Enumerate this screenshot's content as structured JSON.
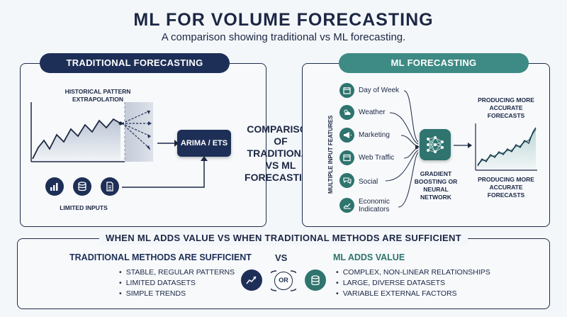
{
  "header": {
    "title": "ML FOR VOLUME FORECASTING",
    "subtitle": "A comparison showing traditional vs ML forecasting."
  },
  "traditional": {
    "header": "TRADITIONAL FORECASTING",
    "chart_label": "HISTORICAL PATTERN EXTRAPOLATION",
    "model": "ARIMA / ETS",
    "inputs_label": "LIMITED INPUTS",
    "input_icons": [
      "bar-chart-icon",
      "database-icon",
      "document-icon"
    ]
  },
  "center": {
    "label": "COMPARISON OF TRADITIONAL VS ML FORECASTING"
  },
  "ml": {
    "header": "ML FORECASTING",
    "features_label": "MULTIPLE INPUT FEATURES",
    "features": [
      {
        "label": "Day of Week",
        "icon": "calendar-icon"
      },
      {
        "label": "Weather",
        "icon": "weather-icon"
      },
      {
        "label": "Marketing",
        "icon": "megaphone-icon"
      },
      {
        "label": "Web Traffic",
        "icon": "browser-icon"
      },
      {
        "label": "Social",
        "icon": "chat-icon"
      },
      {
        "label": "Economic Indicators",
        "icon": "trend-chart-icon"
      }
    ],
    "model": "GRADIENT BOOSTING OR NEURAL NETWORK",
    "output_top": "PRODUCING MORE ACCURATE FORECASTS",
    "output_bottom": "PRODUCING MORE ACCURATE FORECASTS"
  },
  "bottom": {
    "banner": "WHEN ML ADDS VALUE VS WHEN TRADITIONAL METHODS ARE SUFFICIENT",
    "left_title": "TRADITIONAL METHODS ARE SUFFICIENT",
    "left_items": [
      "STABLE, REGULAR PATTERNS",
      "LIMITED DATASETS",
      "SIMPLE TRENDS"
    ],
    "vs": "VS",
    "or": "OR",
    "right_title": "ML ADDS VALUE",
    "right_items": [
      "COMPLEX, NON-LINEAR RELATIONSHIPS",
      "LARGE, DIVERSE DATASETS",
      "VARIABLE EXTERNAL FACTORS"
    ]
  },
  "colors": {
    "navy": "#1e2f57",
    "teal": "#3e8a84",
    "dark_teal": "#2f746e",
    "text": "#1c2744"
  }
}
